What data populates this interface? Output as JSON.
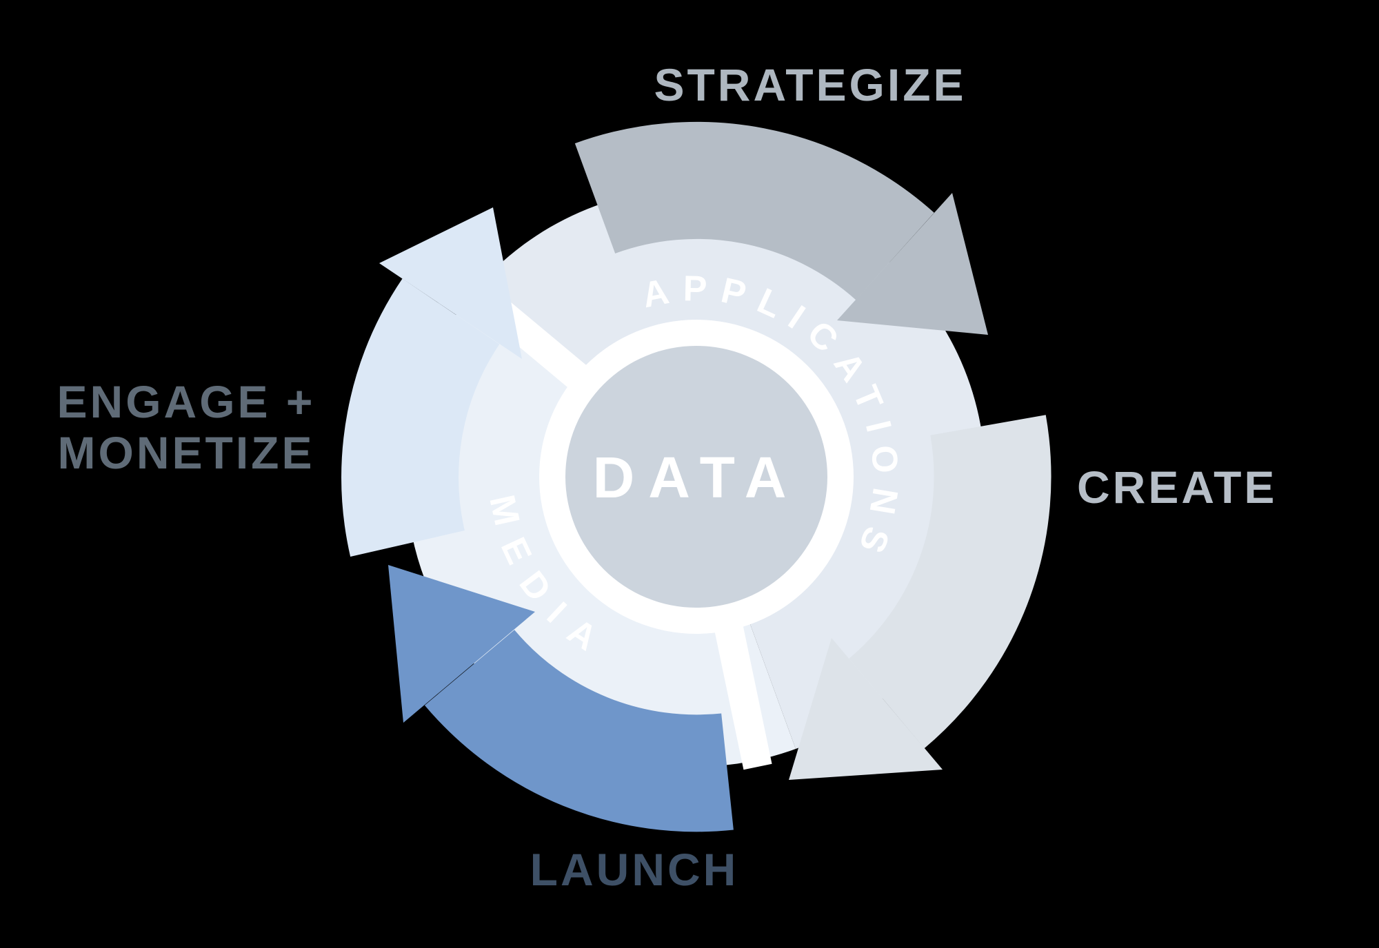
{
  "diagram": {
    "center_label": "DATA",
    "inner_ring": {
      "applications": "APPLICATIONS",
      "media": "MEDIA"
    },
    "stages": {
      "strategize": "STRATEGIZE",
      "create": "CREATE",
      "launch": "LAUNCH",
      "engage_line1": "ENGAGE +",
      "engage_line2": "MONETIZE"
    },
    "colors": {
      "background": "#000000",
      "strategize_arrow": "#b5bdc6",
      "create_arrow": "#dde3e9",
      "engage_arrow": "#dce8f6",
      "launch_arrow": "#6f96ca",
      "disc_upper": "#e4eaf2",
      "disc_lower": "#ebf1f8",
      "divider": "#ffffff",
      "center_ring": "#ffffff",
      "center_circle": "#ccd4dd",
      "ring_text": "#ffffff",
      "strategize_text": "#aeb7c0",
      "create_text": "#b6bec7",
      "launch_text": "#3e5066",
      "engage_text": "#5f6b77"
    }
  }
}
